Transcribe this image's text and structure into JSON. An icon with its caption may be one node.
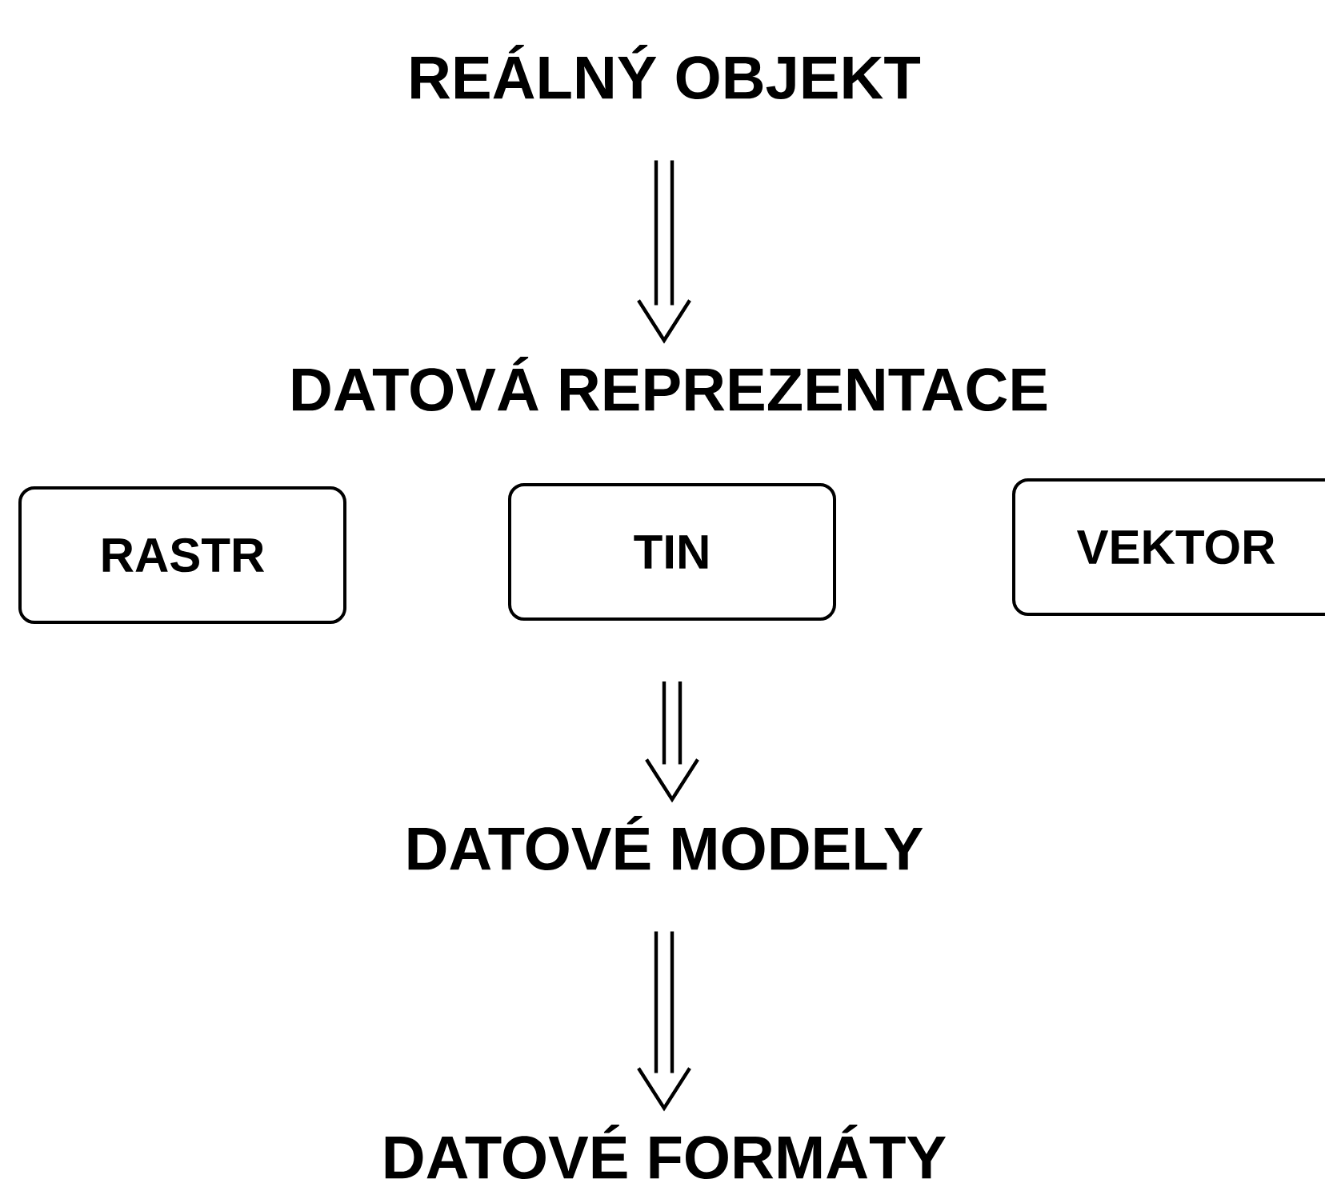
{
  "diagram": {
    "nodes": [
      {
        "text": [
          "REÁLNÝ OBJEKT"
        ]
      },
      {
        "text": [
          "DATOVÁ REPREZENTACE"
        ]
      },
      {
        "text": [
          "RASTR"
        ]
      },
      {
        "text": [
          "TIN"
        ]
      },
      {
        "text": [
          "VEKTOR"
        ]
      },
      {
        "text": [
          "DATOVÉ MODELY"
        ]
      },
      {
        "text": [
          "DATOVÉ FORMÁTY"
        ]
      }
    ],
    "edges": [
      {
        "from": 0,
        "to": 1,
        "arrow": "to"
      },
      {
        "from": 3,
        "to": 5,
        "arrow": "to"
      },
      {
        "from": 5,
        "to": 6,
        "arrow": "to"
      }
    ]
  }
}
